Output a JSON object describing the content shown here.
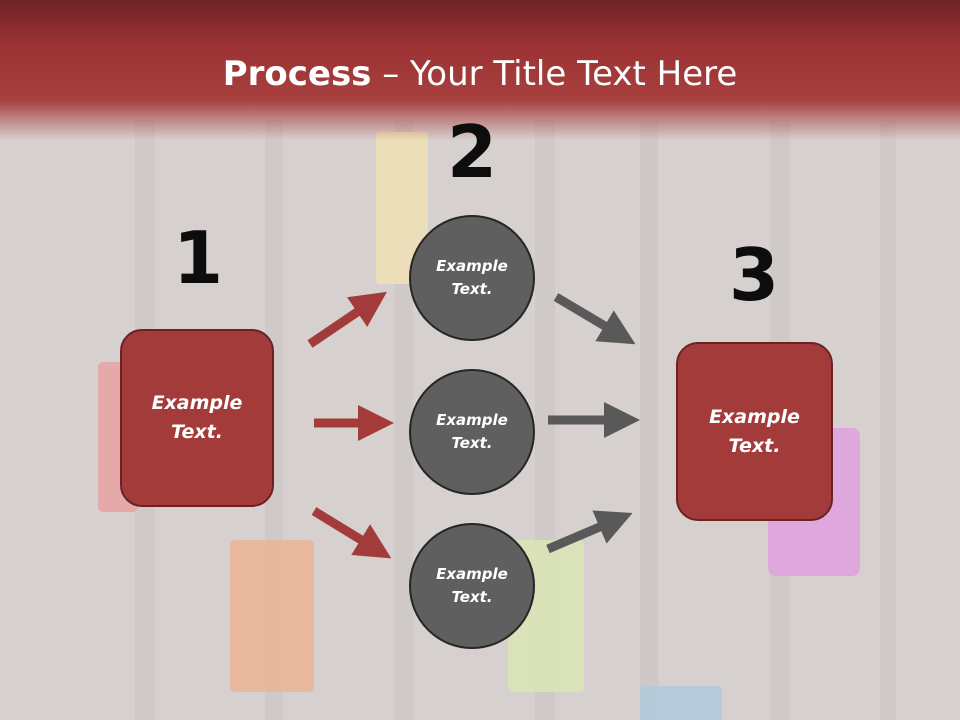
{
  "header": {
    "title_bold": "Process",
    "title_rest": " – Your Title Text Here"
  },
  "steps": {
    "step1_number": "1",
    "step2_number": "2",
    "step3_number": "3"
  },
  "left_box": {
    "text": "Example Text."
  },
  "right_box": {
    "text": "Example Text."
  },
  "circles": [
    {
      "text": "Example Text."
    },
    {
      "text": "Example Text."
    },
    {
      "text": "Example Text."
    }
  ],
  "colors": {
    "header_red": "#9c3233",
    "box_red": "#a33b3b",
    "arrow_red": "#a33b3b",
    "circle_gray": "#5f5f5f",
    "arrow_gray": "#595959"
  }
}
